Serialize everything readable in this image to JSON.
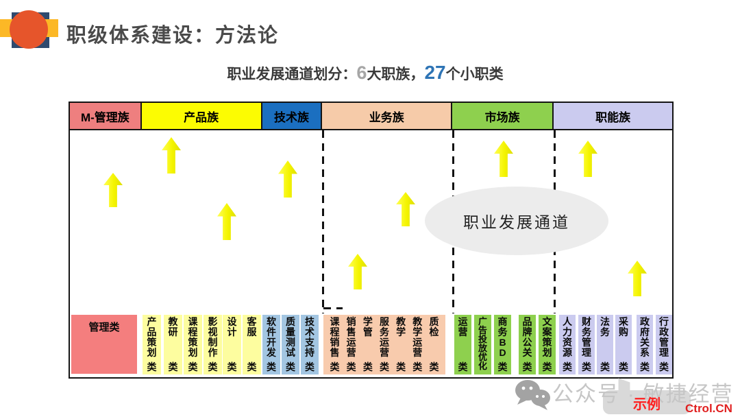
{
  "slide": {
    "title": "职级体系建设：方法论",
    "subtitle": {
      "prefix": "职业发展通道划分：",
      "family_count": "6",
      "family_text": "大职族，",
      "category_count": "27",
      "category_text": "个小职类"
    }
  },
  "colors": {
    "family_count_gray": "#a6a6a6",
    "category_count_blue": "#2e74b5",
    "sample_red": "#ff1f1f",
    "site_red": "#e02020",
    "arrow_yellow": "#f4f400"
  },
  "diagram": {
    "channel_label": "职业发展通道",
    "families": [
      {
        "id": "management",
        "name": "M-管理族",
        "color": "#ee7f7f",
        "width": 104
      },
      {
        "id": "product",
        "name": "产品族",
        "color": "#fcfc02",
        "width": 176
      },
      {
        "id": "tech",
        "name": "技术族",
        "color": "#1b6fc0",
        "width": 87
      },
      {
        "id": "business",
        "name": "业务族",
        "color": "#f6cba9",
        "width": 190
      },
      {
        "id": "market",
        "name": "市场族",
        "color": "#8ed04e",
        "width": 148
      },
      {
        "id": "function",
        "name": "职能族",
        "color": "#cbcbef",
        "width": 175
      }
    ],
    "management_label": "管理类",
    "groups": {
      "product": {
        "color": "#fdfd9f",
        "items": [
          {
            "main": "产品策划",
            "suffix": "类"
          },
          {
            "main": "教研",
            "suffix": "类"
          },
          {
            "main": "课程策划",
            "suffix": "类"
          },
          {
            "main": "影视制作",
            "suffix": "类"
          },
          {
            "main": "设计",
            "suffix": "类"
          },
          {
            "main": "客服",
            "suffix": "类"
          }
        ]
      },
      "tech": {
        "color": "#a3c6e2",
        "items": [
          {
            "main": "软件开发",
            "suffix": "类"
          },
          {
            "main": "质量测试",
            "suffix": "类"
          },
          {
            "main": "技术支持",
            "suffix": "类"
          }
        ]
      },
      "business": {
        "color": "#f8cbad",
        "items": [
          {
            "main": "课程销售",
            "suffix": "类"
          },
          {
            "main": "销售运营",
            "suffix": "类"
          },
          {
            "main": "学管",
            "suffix": "类"
          },
          {
            "main": "服务运营",
            "suffix": "类"
          },
          {
            "main": "教学",
            "suffix": "类"
          },
          {
            "main": "教学运营",
            "suffix": "类"
          },
          {
            "main": "质检",
            "suffix": "类"
          }
        ]
      },
      "market": {
        "color": "#8ed04e",
        "items": [
          {
            "main": "运营",
            "suffix": "类"
          },
          {
            "main": "广告投放优化",
            "suffix": ""
          },
          {
            "main": "商务BD",
            "suffix": "类"
          },
          {
            "main": "品牌公关",
            "suffix": "类"
          },
          {
            "main": "文案策划",
            "suffix": "类"
          }
        ]
      },
      "function": {
        "color": "#cbcbef",
        "items": [
          {
            "main": "人力资源",
            "suffix": "类"
          },
          {
            "main": "财务管理",
            "suffix": "类"
          },
          {
            "main": "法务",
            "suffix": "类"
          },
          {
            "main": "采购",
            "suffix": "类"
          },
          {
            "main": "政府关系",
            "suffix": "类"
          },
          {
            "main": "行政管理",
            "suffix": "类"
          }
        ]
      }
    }
  },
  "watermark": {
    "wechat_icon": "wechat-icon",
    "account": "公众号 · 敏捷经营",
    "sample_label": "示例",
    "site": "Ctrol.CN"
  }
}
